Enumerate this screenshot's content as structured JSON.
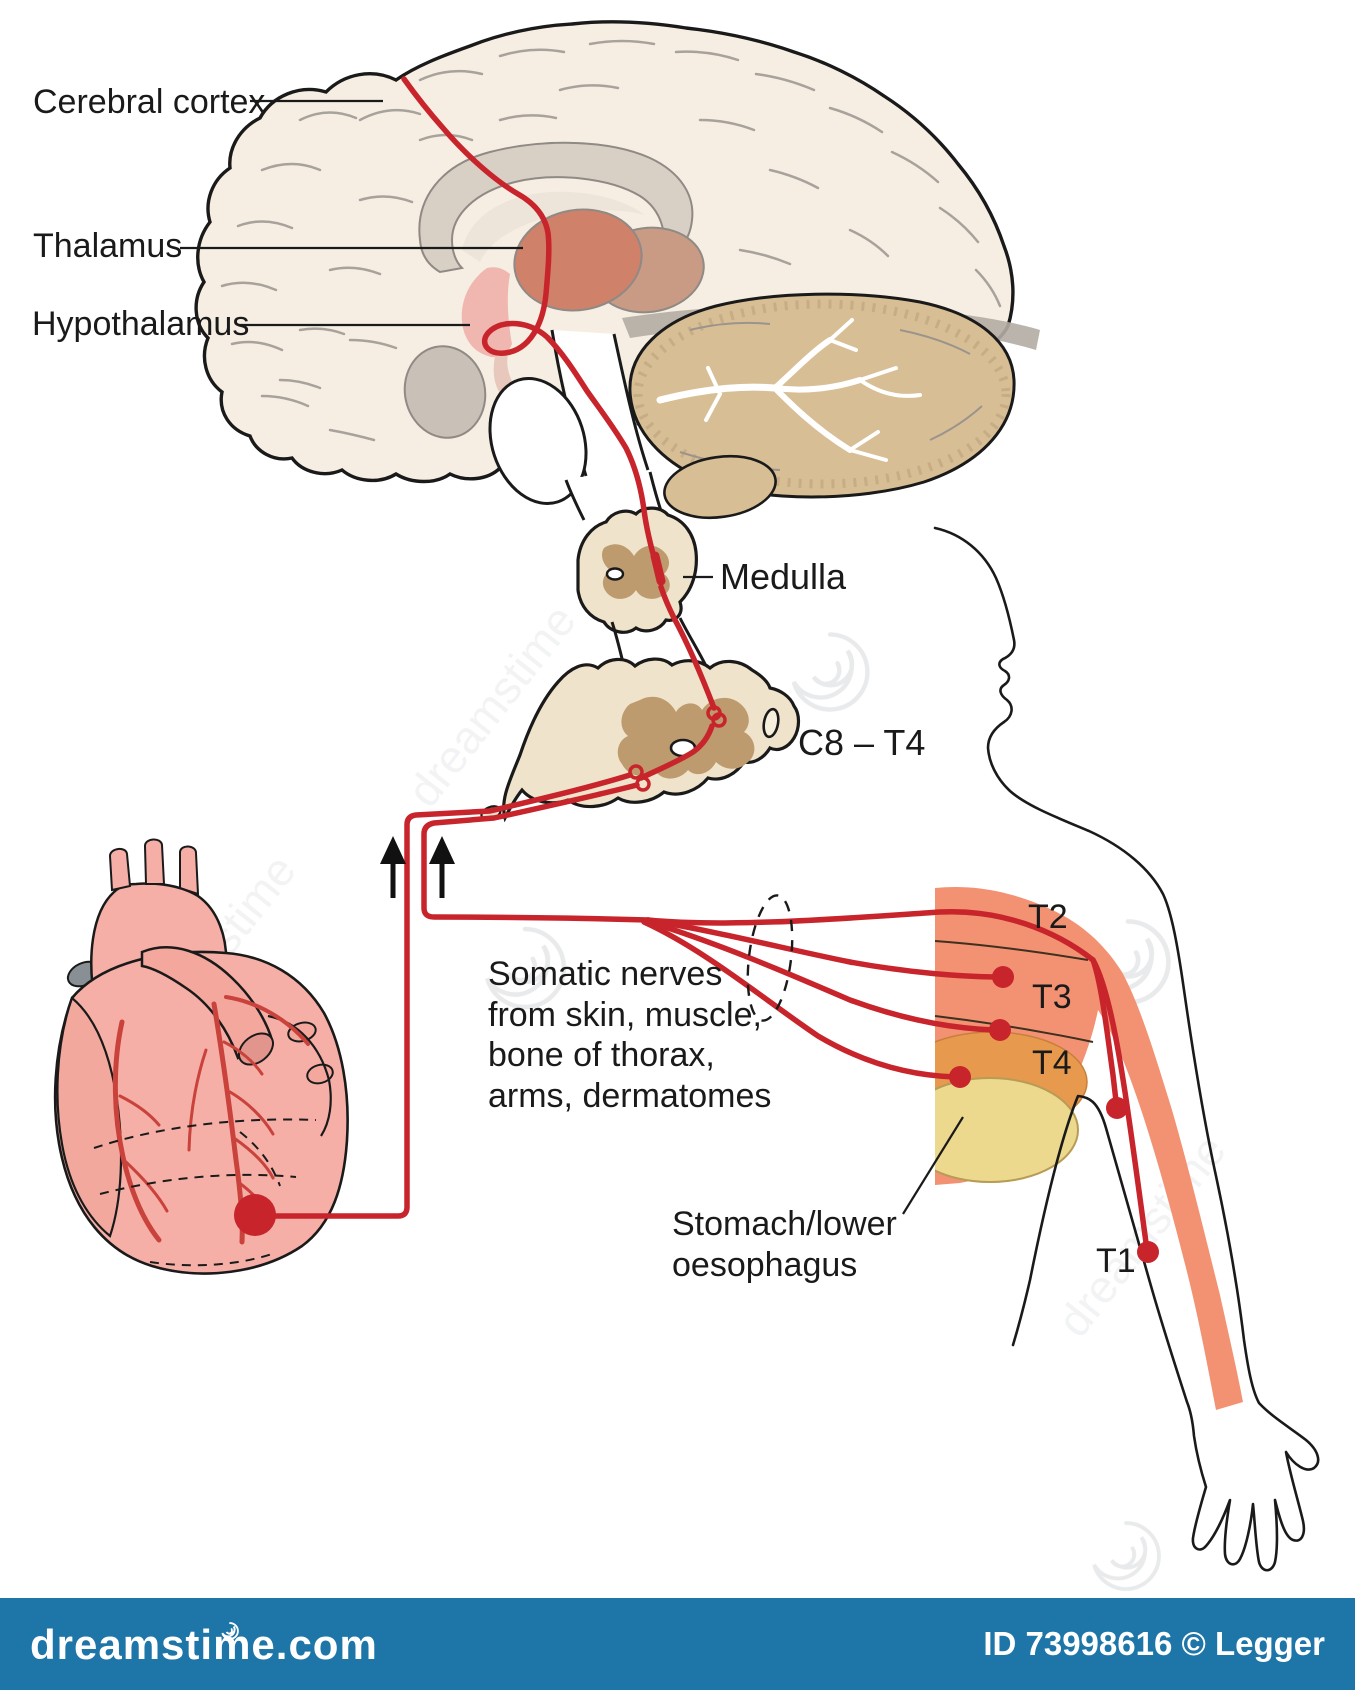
{
  "diagram": {
    "title_labels": {
      "cerebral_cortex": "Cerebral cortex",
      "thalamus": "Thalamus",
      "hypothalamus": "Hypothalamus",
      "medulla": "Medulla",
      "spinal_segment": "C8 – T4",
      "t1": "T1",
      "t2": "T2",
      "t3": "T3",
      "t4": "T4"
    },
    "somatic_note": {
      "line1": "Somatic nerves",
      "line2": "from skin, muscle,",
      "line3": "bone of thorax,",
      "line4": "arms, dermatomes"
    },
    "stomach_note": {
      "line1": "Stomach/lower",
      "line2": "oesophagus"
    },
    "colors": {
      "pathway_red": "#C8242B",
      "brain_cream": "#F6EEE2",
      "cord_beige": "#F0E3CB",
      "grey_matter": "#BD9B6E",
      "thalamus_salmon": "#CF8169",
      "hypothalamus_pink": "#F0B7B0",
      "corpus_callosum_grey": "#D9D0C5",
      "cerebellum_tan": "#D8BE95",
      "heart_pink": "#F5AFA6",
      "coronary_red": "#C9423B",
      "dermatome_orange": "#F29272",
      "referred_patch_orange": "#E79A4E",
      "stomach_yellow": "#EDD98E",
      "outline_black": "#1A1A1A"
    }
  },
  "watermark": {
    "brand": "dreamstime.com",
    "credit": "ID 73998616 © Legger",
    "diagonal_text": "dreamstime",
    "bar_color": "#1D75A8"
  }
}
